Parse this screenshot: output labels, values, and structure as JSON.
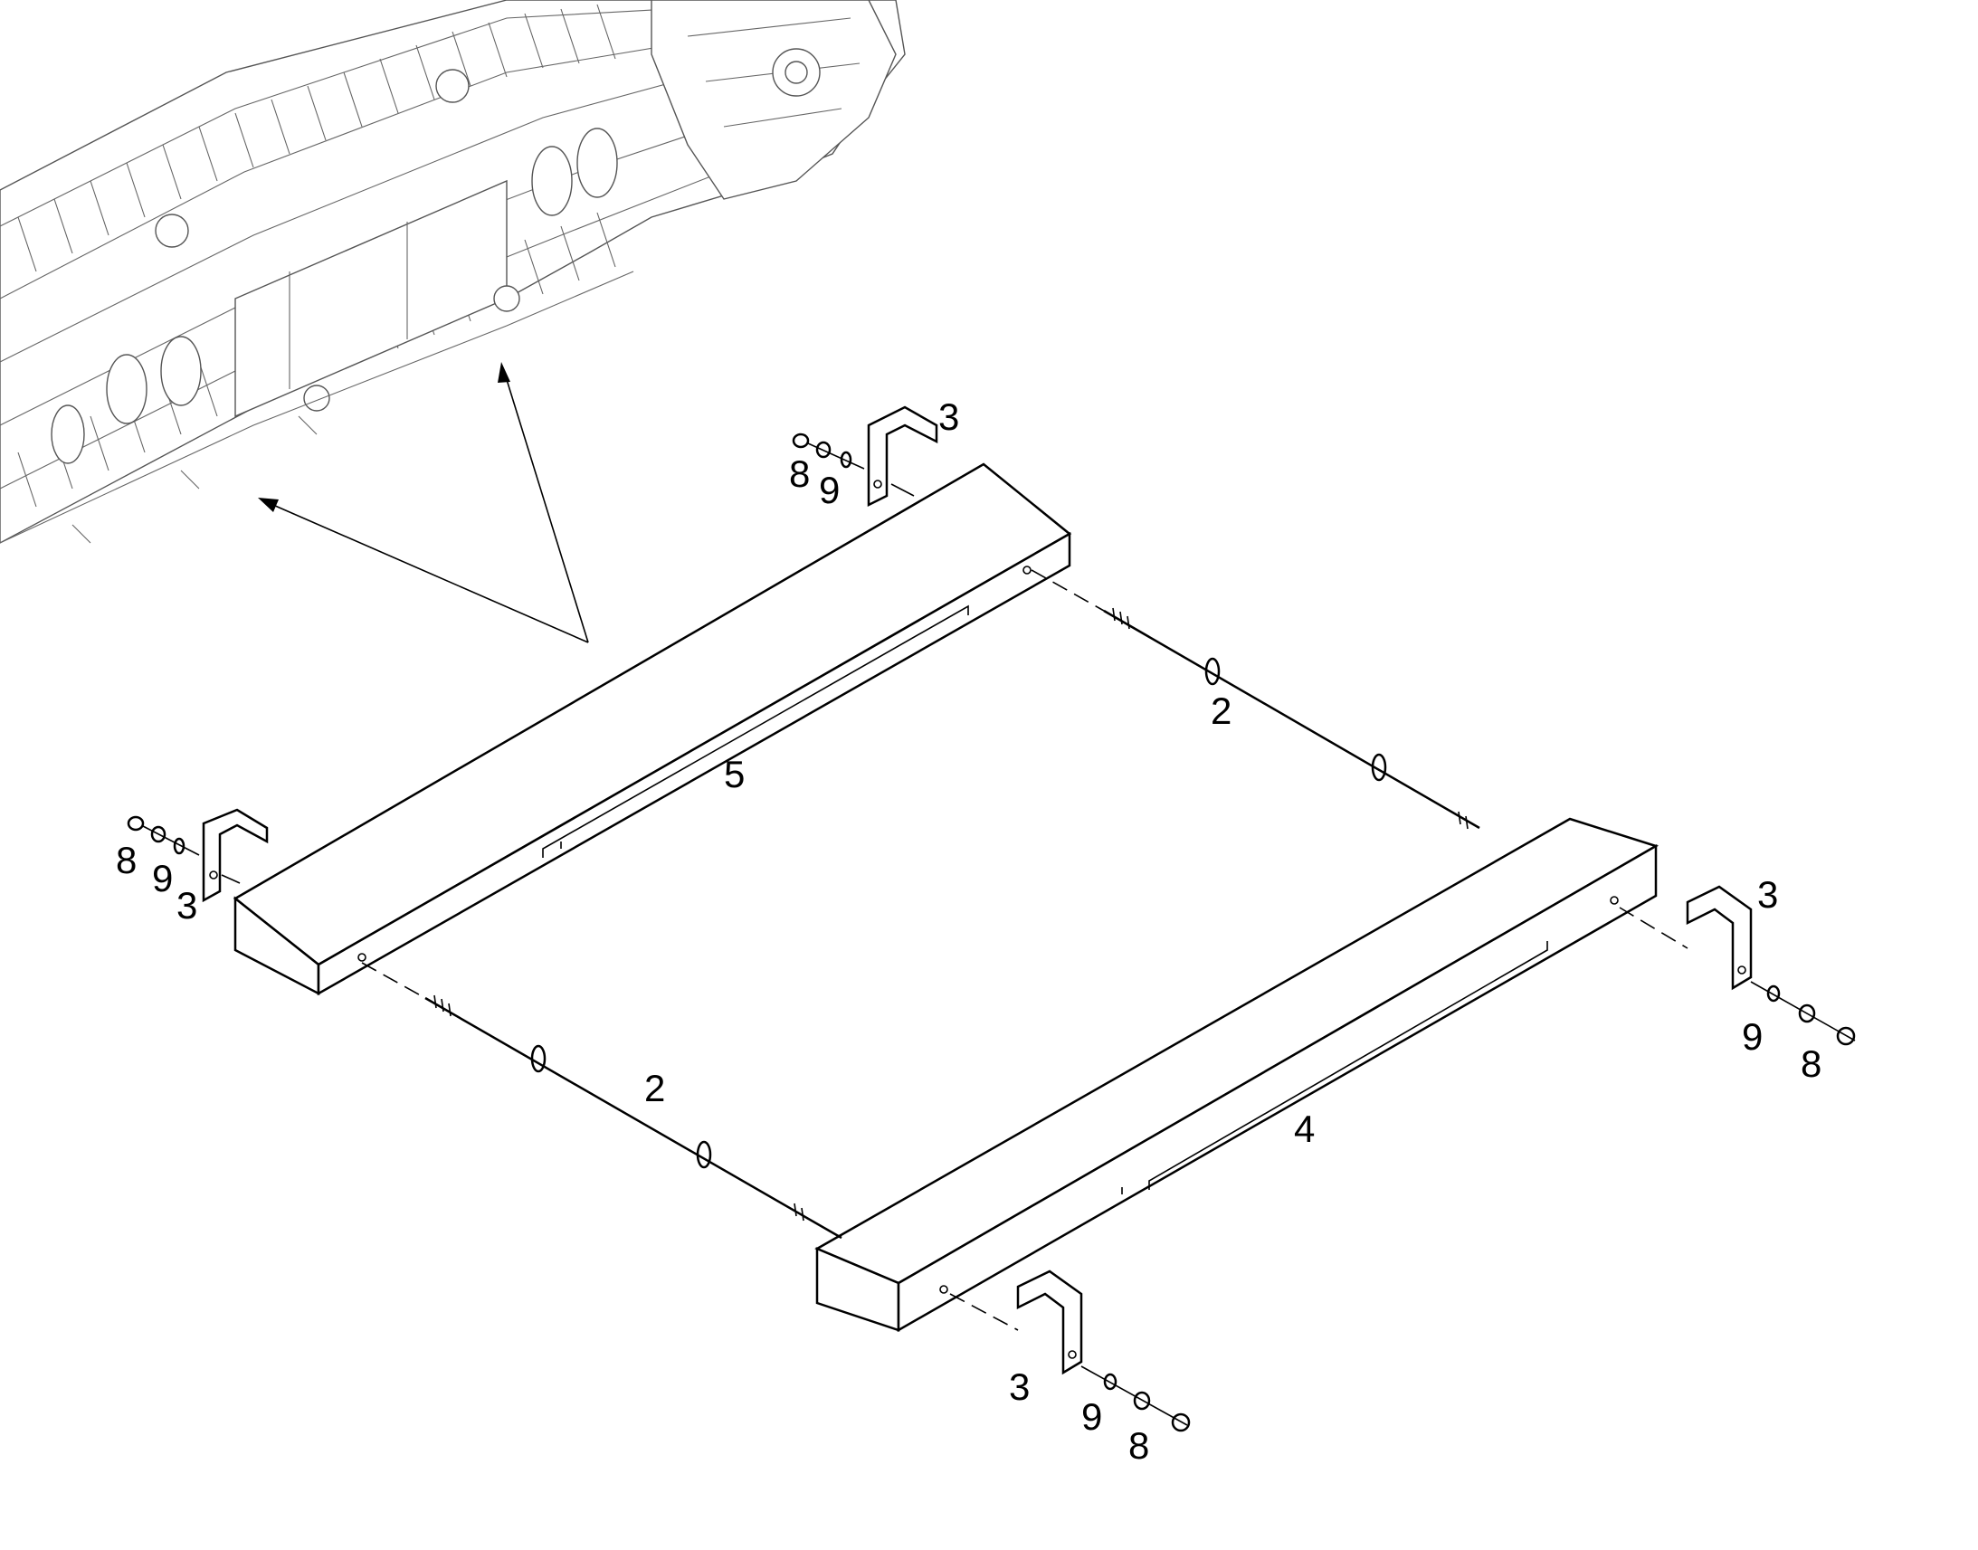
{
  "callouts": {
    "cw_left_clip": "3",
    "cw_left_nut": "8",
    "cw_left_washer": "9",
    "cw_top_clip": "3",
    "cw_top_nut": "8",
    "cw_top_washer": "9",
    "cw_right_clip": "3",
    "cw_right_washer": "9",
    "cw_right_nut": "8",
    "cw_bottom_clip": "3",
    "cw_bottom_washer": "9",
    "cw_bottom_nut": "8",
    "rod_upper": "2",
    "rod_lower": "2",
    "counterweight_rear": "5",
    "counterweight_front": "4"
  },
  "colors": {
    "line": "#000000",
    "background": "#ffffff",
    "machine_line": "#555555"
  }
}
